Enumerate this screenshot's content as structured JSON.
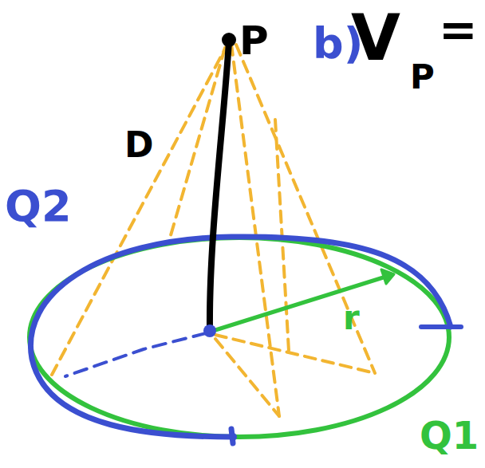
{
  "diagram": {
    "labels": [
      "P",
      "b)",
      "V",
      "P",
      "=",
      "D",
      "Q2",
      "r",
      "Q1"
    ]
  }
}
